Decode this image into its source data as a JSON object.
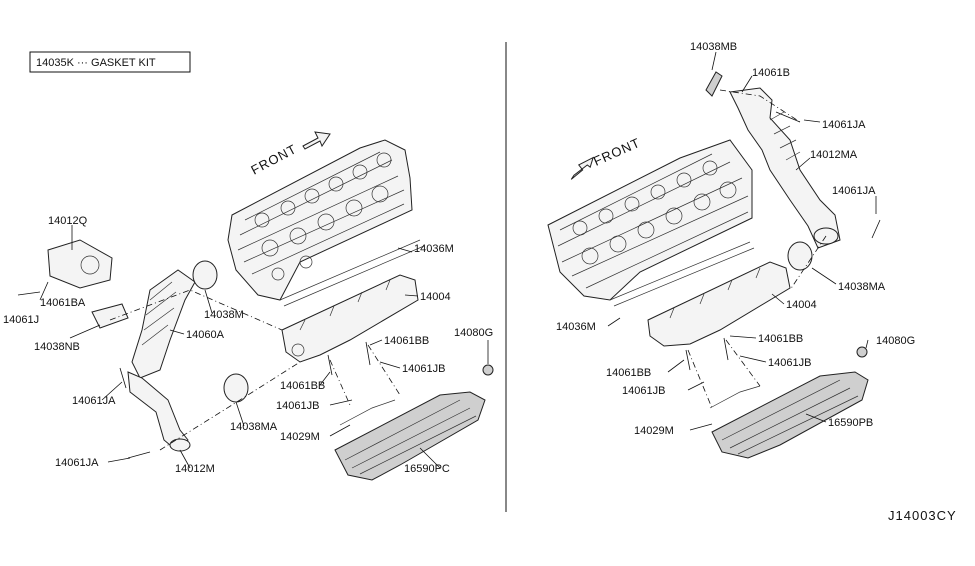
{
  "gasket_kit": {
    "label": "14035K ··· GASKET KIT"
  },
  "front_left": "FRONT",
  "front_right": "FRONT",
  "diagram_ref": "J14003CY",
  "left_labels": {
    "p14012Q": "14012Q",
    "p14061BA": "14061BA",
    "p14061J": "14061J",
    "p14038NB": "14038NB",
    "p14061JA_a": "14061JA",
    "p14061JA_b": "14061JA",
    "p14060A": "14060A",
    "p14038M": "14038M",
    "p14038MA": "14038MA",
    "p14012M": "14012M",
    "p14036M": "14036M",
    "p14004": "14004",
    "p14061BB_a": "14061BB",
    "p14061BB_b": "14061BB",
    "p14080G": "14080G",
    "p14061JB_a": "14061JB",
    "p14061JB_b": "14061JB",
    "p14029M": "14029M",
    "p16590PC": "16590PC"
  },
  "right_labels": {
    "p14038MB": "14038MB",
    "p14061B": "14061B",
    "p14061JA_a": "14061JA",
    "p14012MA": "14012MA",
    "p14061JA_b": "14061JA",
    "p14038MA": "14038MA",
    "p14004": "14004",
    "p14036M": "14036M",
    "p14061BB_a": "14061BB",
    "p14061BB_b": "14061BB",
    "p14080G": "14080G",
    "p14061JB_a": "14061JB",
    "p14061JB_b": "14061JB",
    "p14029M": "14029M",
    "p16590PB": "16590PB"
  }
}
